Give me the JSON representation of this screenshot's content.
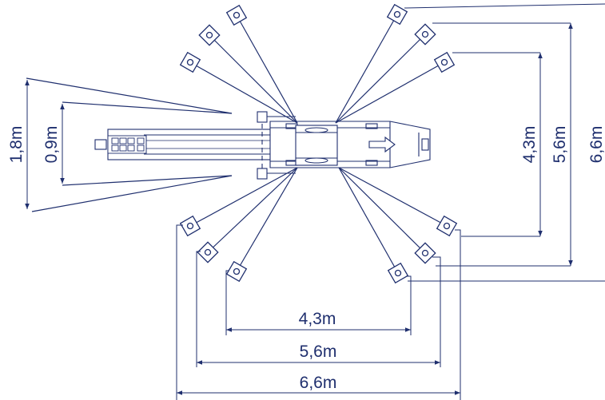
{
  "colors": {
    "line": "#1f2f6e",
    "background": "#ffffff"
  },
  "dimensions": {
    "width_inner": "4,3m",
    "width_middle": "5,6m",
    "width_outer": "6,6m",
    "length_inner": "4,3m",
    "length_middle": "5,6m",
    "length_outer": "6,6m",
    "rear_inner": "0,9m",
    "rear_outer": "1,8m"
  }
}
